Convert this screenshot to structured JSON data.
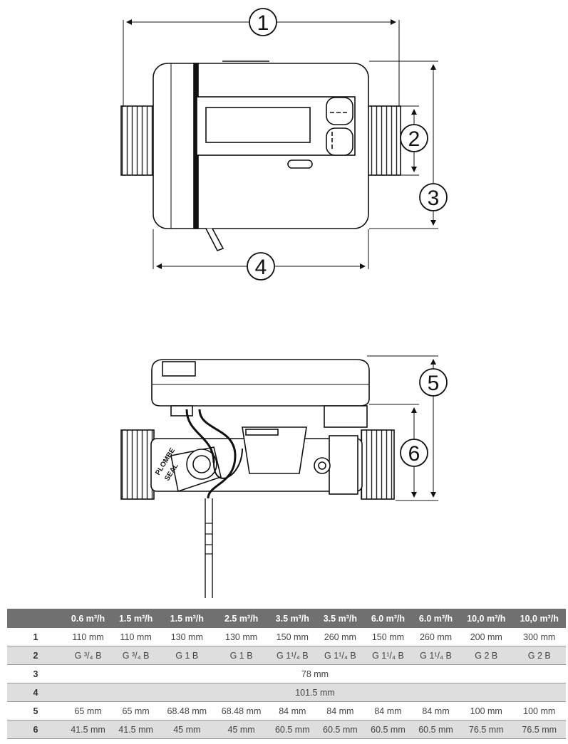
{
  "callouts": [
    "1",
    "2",
    "3",
    "4",
    "5",
    "6"
  ],
  "seal_label": [
    "PLOMBE",
    "SEAL"
  ],
  "table": {
    "headers": [
      "",
      "0.6 m³/h",
      "1.5 m³/h",
      "1.5 m³/h",
      "2.5 m³/h",
      "3.5 m³/h",
      "3.5 m³/h",
      "6.0 m³/h",
      "6.0 m³/h",
      "10,0 m³/h",
      "10,0 m³/h"
    ],
    "rows": [
      {
        "label": "1",
        "cells": [
          "110 mm",
          "110 mm",
          "130 mm",
          "130 mm",
          "150 mm",
          "260 mm",
          "150 mm",
          "260 mm",
          "200 mm",
          "300 mm"
        ]
      },
      {
        "label": "2",
        "cells": [
          "G ³/₄ B",
          "G ³/₄ B",
          "G 1 B",
          "G 1 B",
          "G 1¹/₄ B",
          "G 1¹/₄ B",
          "G 1¹/₄ B",
          "G 1¹/₄ B",
          "G 2 B",
          "G 2 B"
        ]
      },
      {
        "label": "3",
        "span": "78 mm"
      },
      {
        "label": "4",
        "span": "101.5 mm"
      },
      {
        "label": "5",
        "cells": [
          "65 mm",
          "65 mm",
          "68.48 mm",
          "68.48 mm",
          "84 mm",
          "84 mm",
          "84 mm",
          "84 mm",
          "100 mm",
          "100 mm"
        ]
      },
      {
        "label": "6",
        "cells": [
          "41.5 mm",
          "41.5 mm",
          "45 mm",
          "45 mm",
          "60.5 mm",
          "60.5 mm",
          "60.5 mm",
          "60.5 mm",
          "76.5 mm",
          "76.5 mm"
        ]
      }
    ]
  }
}
